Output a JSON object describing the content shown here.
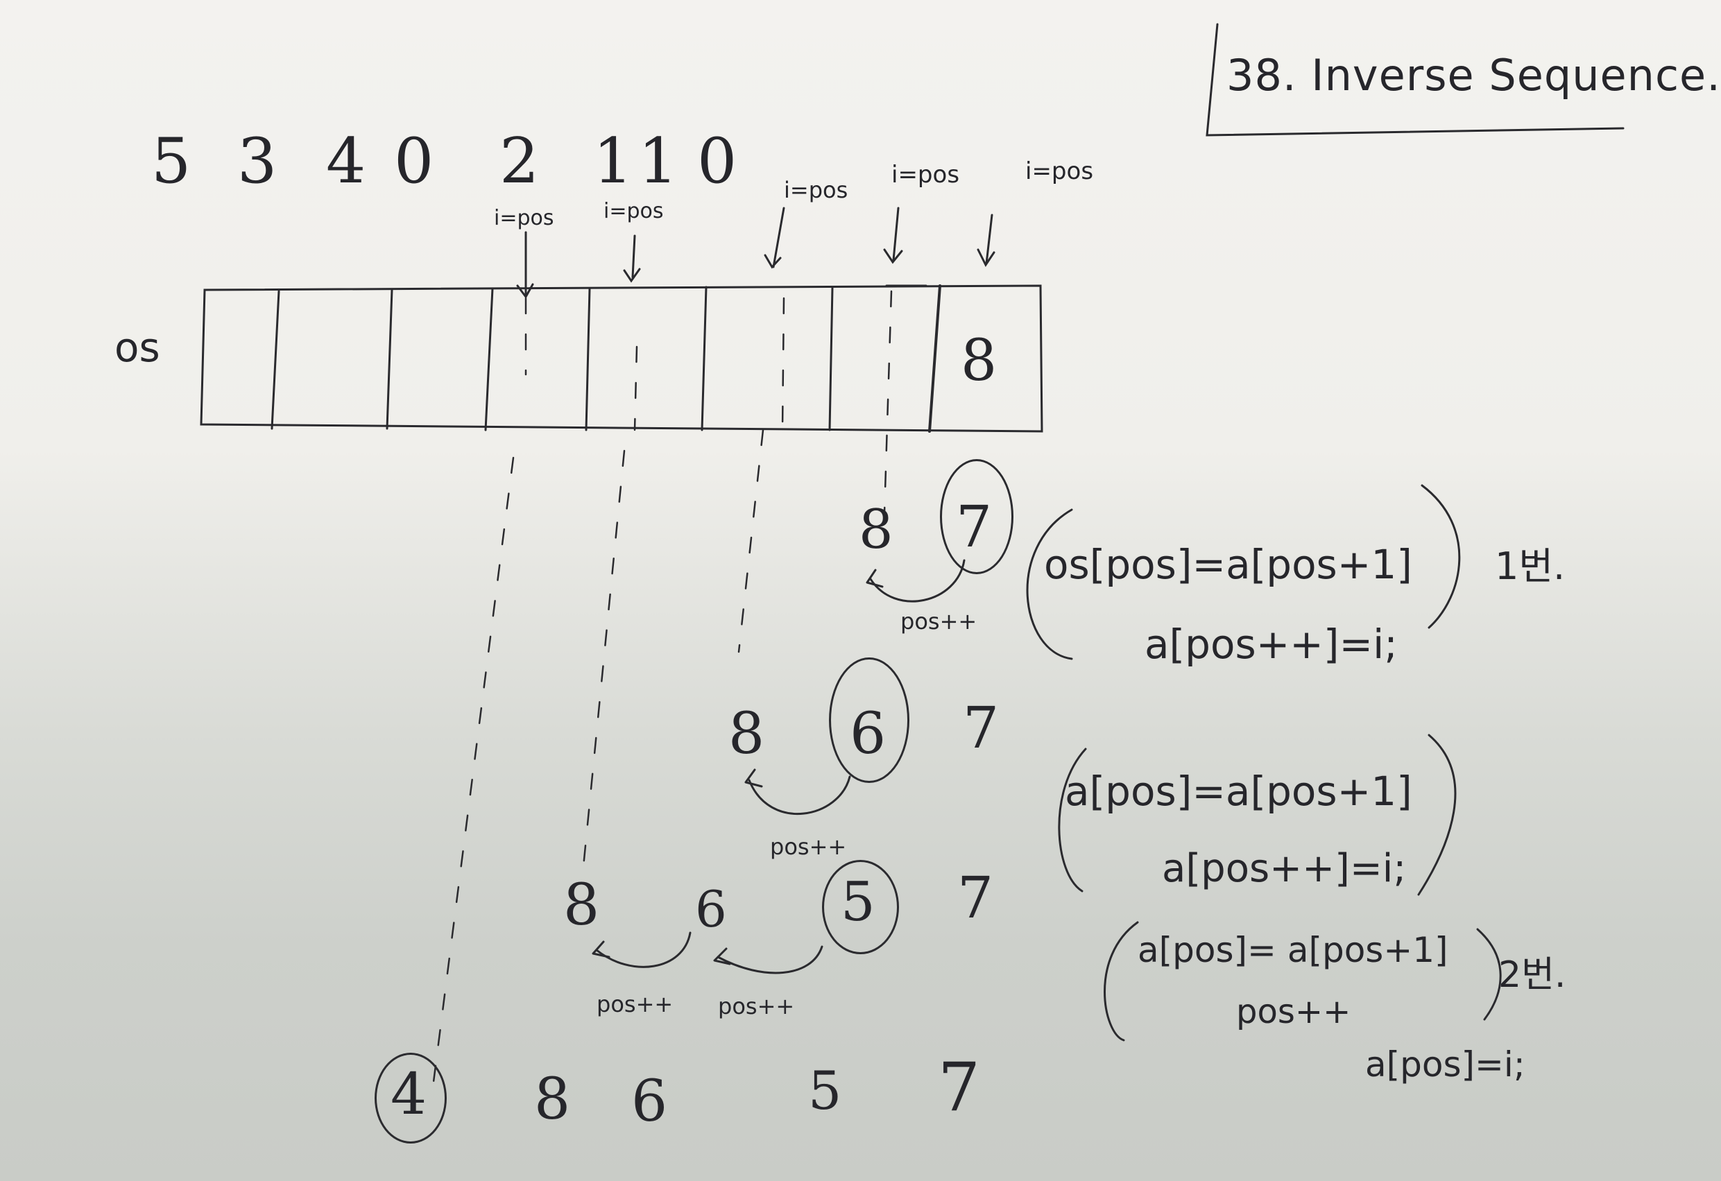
{
  "title": "38. Inverse Sequence.",
  "input_sequence": [
    "5",
    "3",
    "4",
    "0",
    "2",
    "1",
    "1",
    "0"
  ],
  "array_label": "os",
  "pointer_label": "i=pos",
  "os_last_value": "8",
  "step1": {
    "values": [
      "8",
      "7"
    ],
    "move_label": "pos++",
    "code_line1": "os[pos]=a[pos+1]",
    "count_label": "1번.",
    "code_line2": "a[pos++]=i;"
  },
  "step2": {
    "values": [
      "8",
      "6",
      "7"
    ],
    "move_label": "pos++",
    "code_line1": "a[pos]=a[pos+1]",
    "code_line2": "a[pos++]=i;"
  },
  "step3": {
    "values": [
      "8",
      "6",
      "5",
      "7"
    ],
    "move_labels": [
      "pos++",
      "pos++"
    ],
    "code_line1": "a[pos]= a[pos+1]",
    "code_line2": "pos++",
    "count_label": "2번.",
    "code_line3": "a[pos]=i;"
  },
  "result": [
    "4",
    "8",
    "6",
    "5",
    "7"
  ],
  "colors": {
    "ink": "#26262b",
    "paper": "#f1f0ec"
  }
}
